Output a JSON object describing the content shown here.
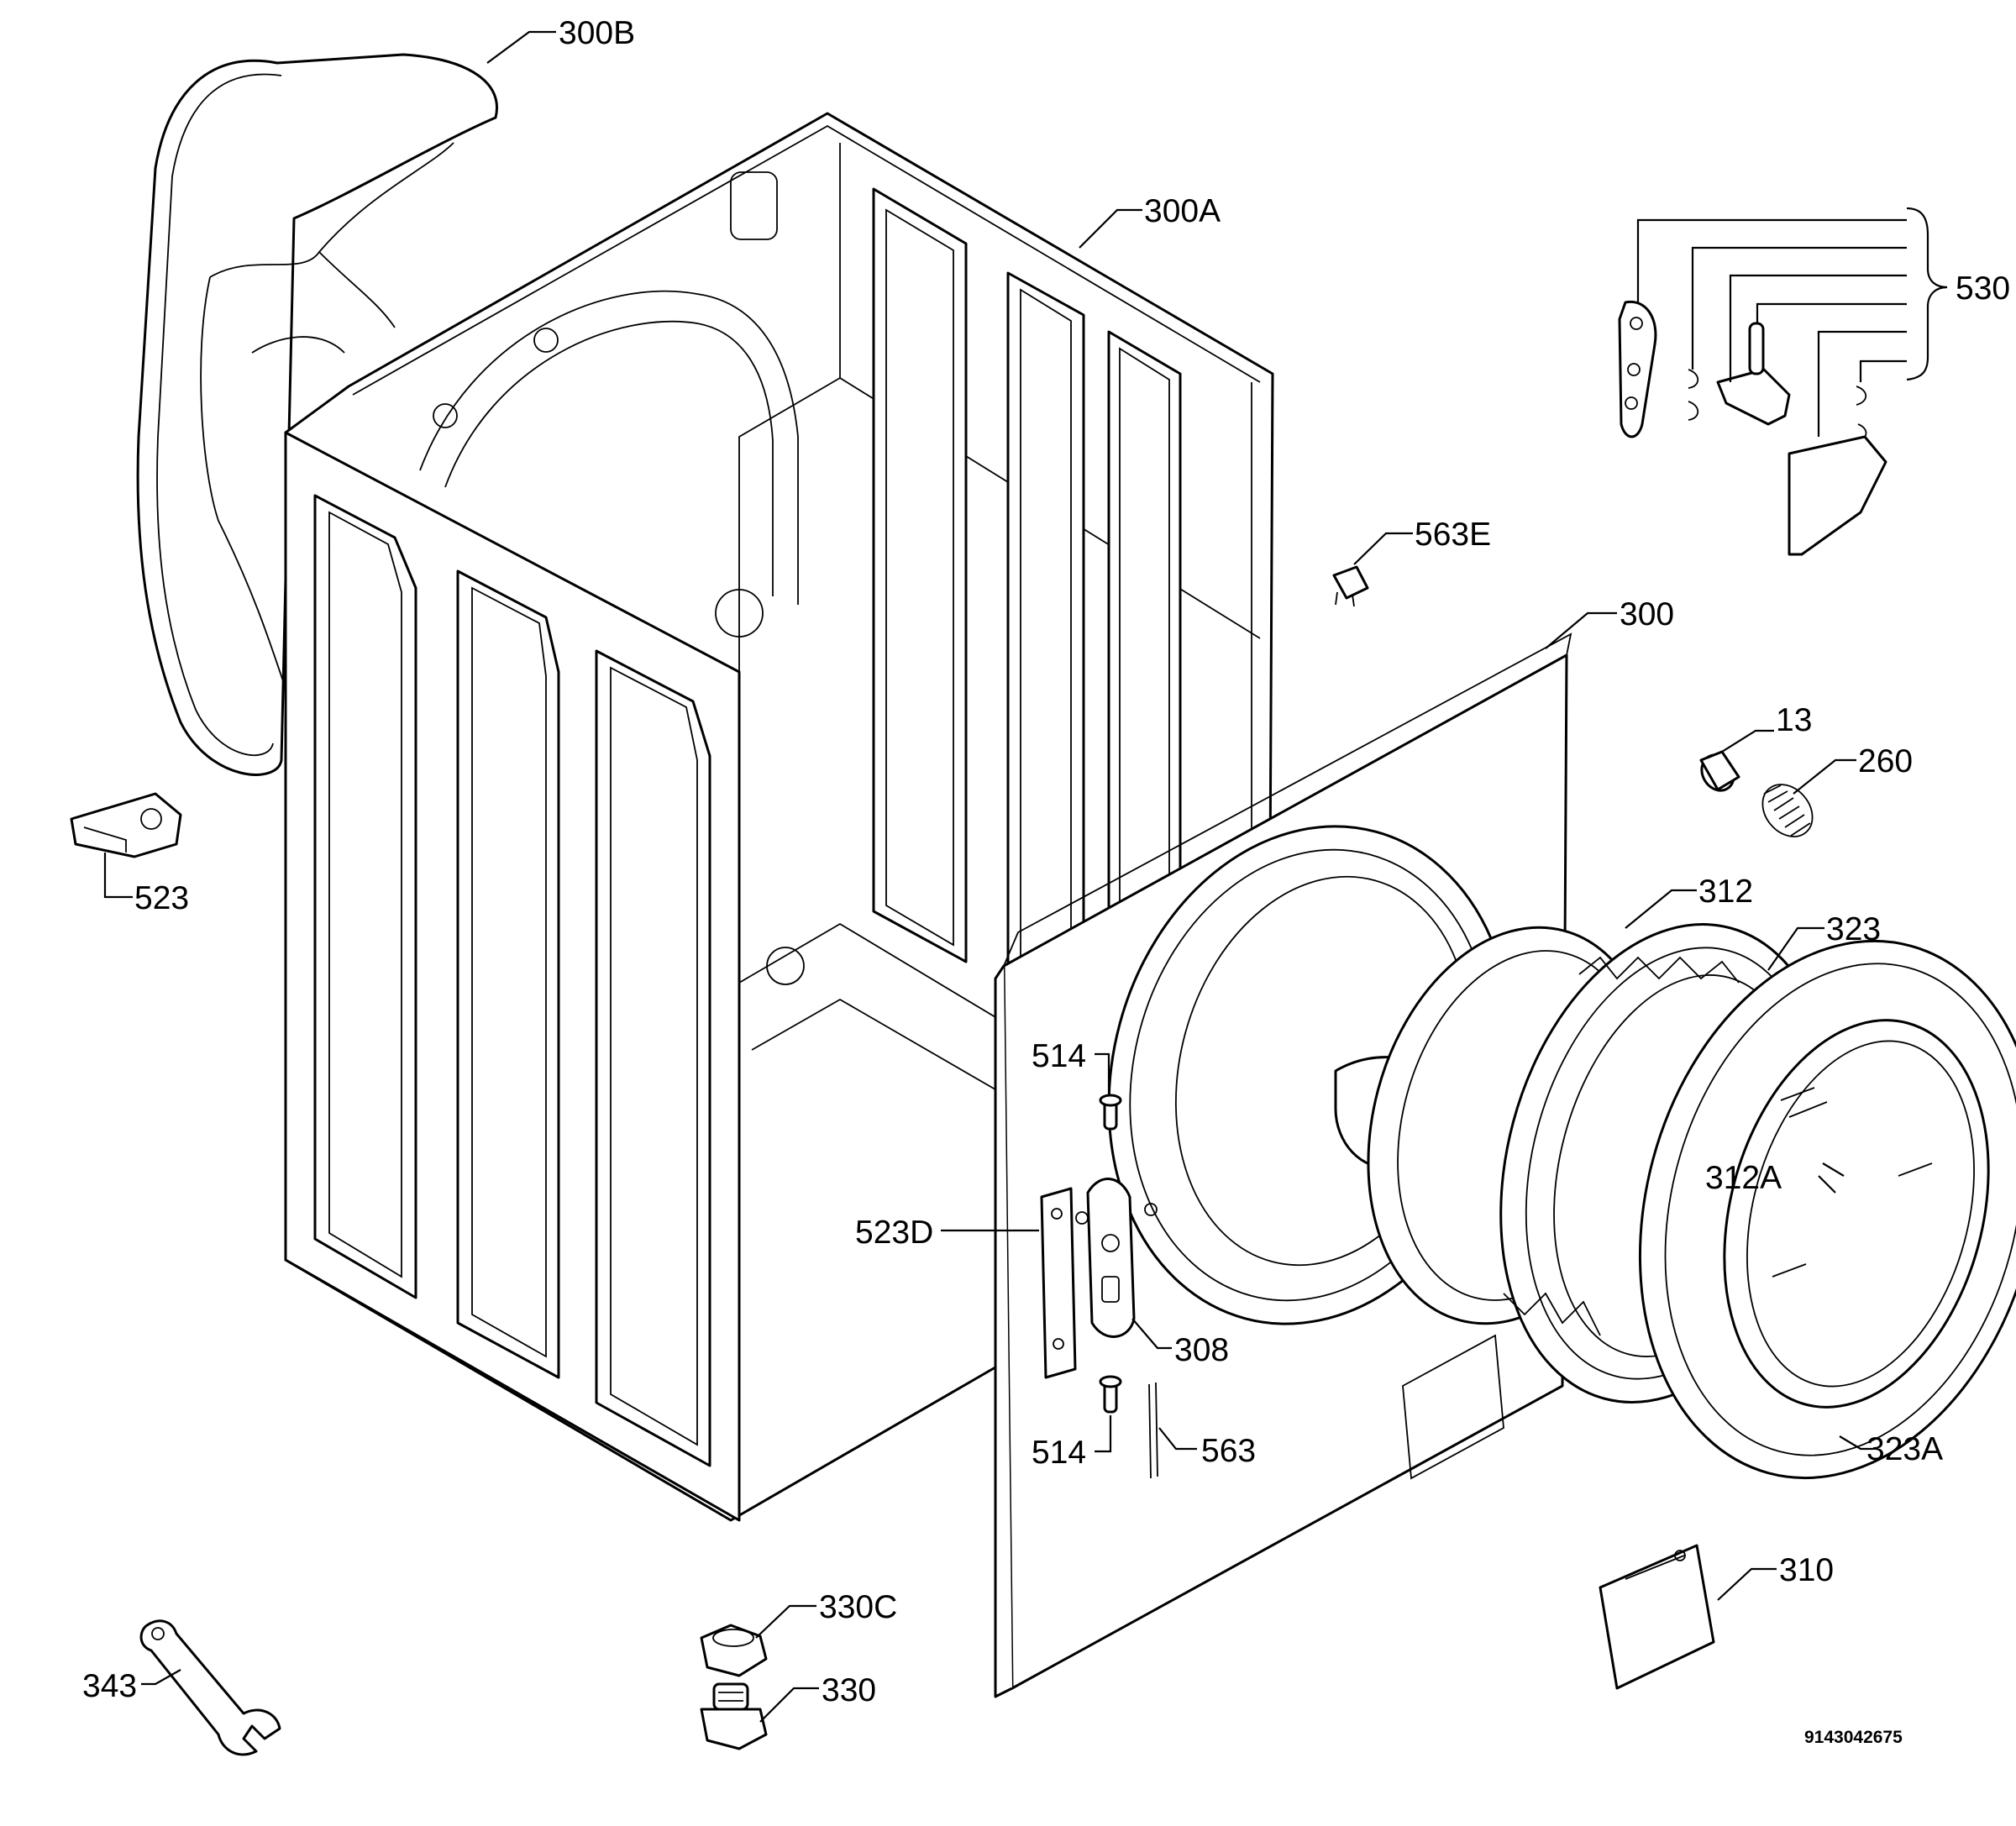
{
  "diagram": {
    "labels": {
      "l300B": "300B",
      "l300A": "300A",
      "l530": "530",
      "l563E": "563E",
      "l300": "300",
      "l13": "13",
      "l260": "260",
      "l523": "523",
      "l312": "312",
      "l323": "323",
      "l514a": "514",
      "l312A": "312A",
      "l523D": "523D",
      "l308": "308",
      "l514b": "514",
      "l563": "563",
      "l323A": "323A",
      "l310": "310",
      "l330C": "330C",
      "l343": "343",
      "l330": "330"
    },
    "drawing_number": "9143042675"
  }
}
